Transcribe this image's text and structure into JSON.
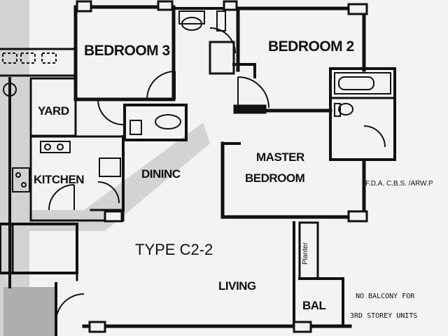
{
  "rooms": {
    "bedroom3": "BEDROOM 3",
    "bedroom2": "BEDROOM 2",
    "yard": "YARD",
    "kitchen": "KITCHEN",
    "dining": "DININC",
    "master_line1": "MASTER",
    "master_line2": "BEDROOM",
    "living": "LIVING",
    "bal": "BAL"
  },
  "unit_type": "TYPE C2-2",
  "side_label": "F.D.A. C.B.S. /ARW.P",
  "planter": "Planter",
  "note": {
    "line1": "NO BALCONY FOR",
    "line2": "3RD STOREY UNITS"
  },
  "colors": {
    "wall": "#111111",
    "background": "#f3f3f3",
    "watermark": "#9a9a9a"
  }
}
